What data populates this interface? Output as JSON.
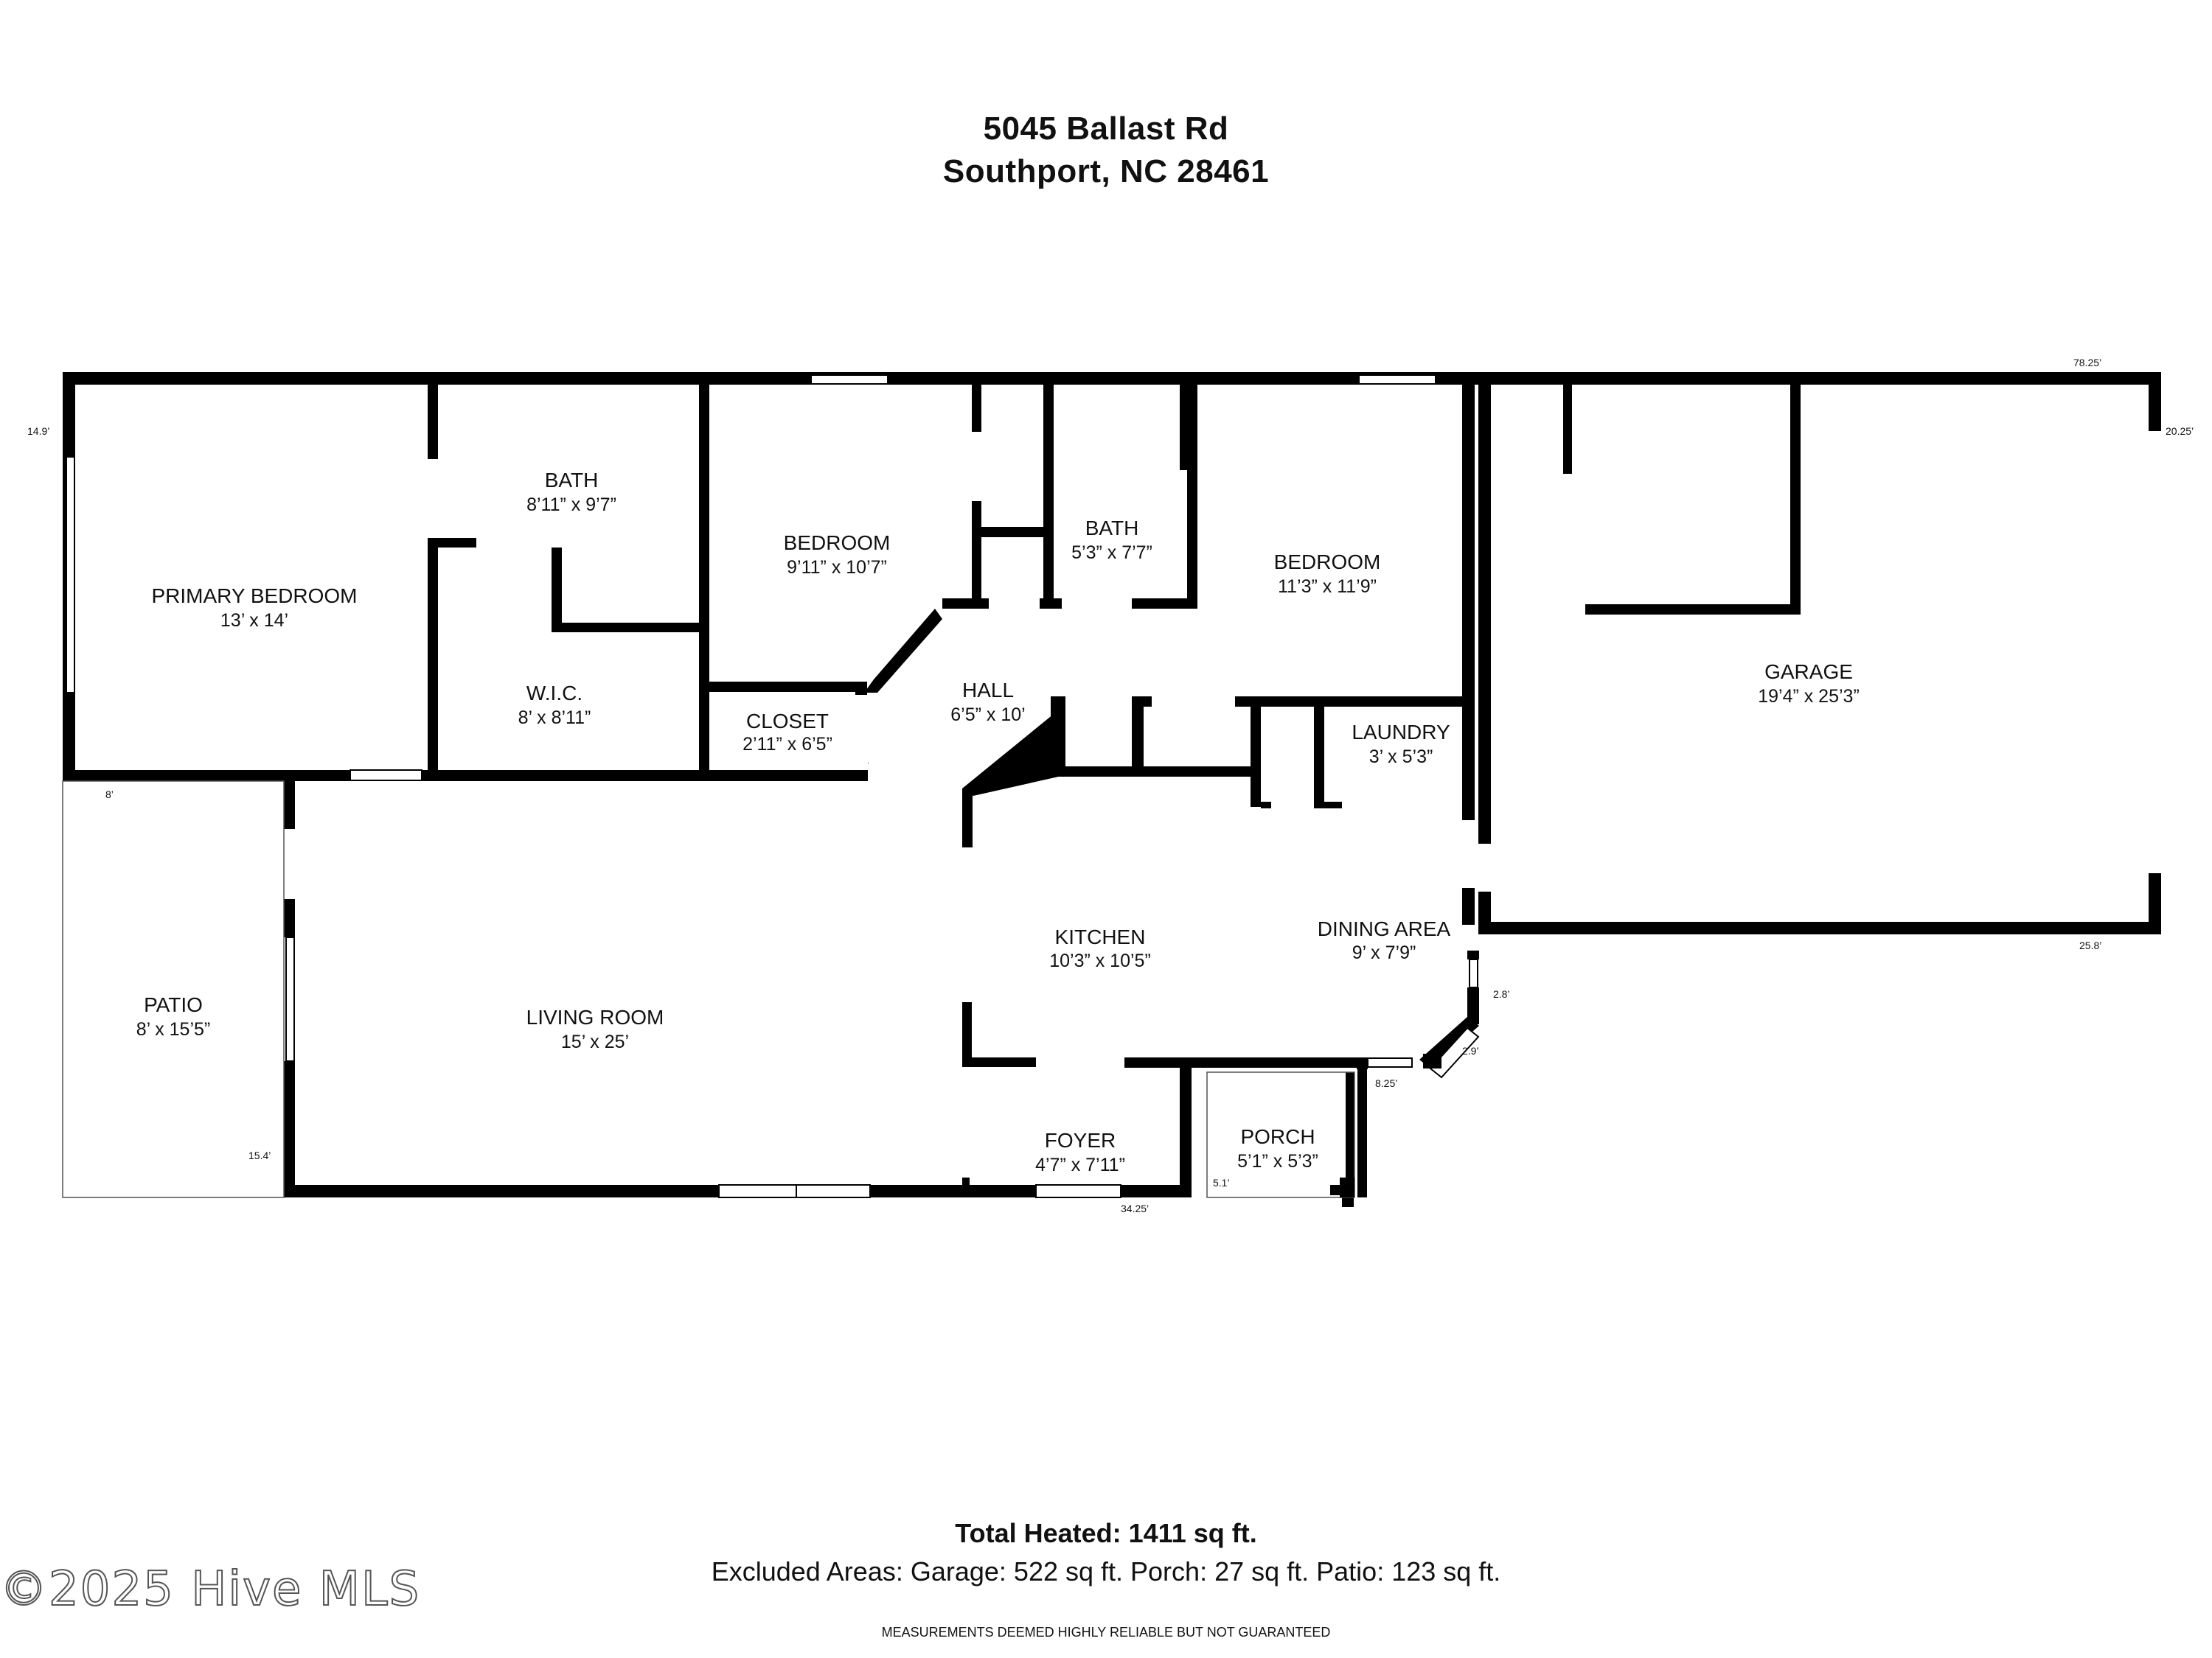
{
  "header": {
    "address_line1": "5045 Ballast Rd",
    "address_line2": "Southport, NC 28461"
  },
  "rooms": [
    {
      "id": "primary-bedroom",
      "name": "PRIMARY BEDROOM",
      "dims": "13’ x 14’"
    },
    {
      "id": "bath-1",
      "name": "BATH",
      "dims": "8’11” x 9’7”"
    },
    {
      "id": "wic",
      "name": "W.I.C.",
      "dims": "8’ x 8’11”"
    },
    {
      "id": "bedroom-1",
      "name": "BEDROOM",
      "dims": "9’11” x 10’7”"
    },
    {
      "id": "closet",
      "name": "CLOSET",
      "dims": "2’11” x 6’5”"
    },
    {
      "id": "bath-2",
      "name": "BATH",
      "dims": "5’3” x 7’7”"
    },
    {
      "id": "bedroom-2",
      "name": "BEDROOM",
      "dims": "11’3” x 11’9”"
    },
    {
      "id": "hall",
      "name": "HALL",
      "dims": "6’5” x 10’"
    },
    {
      "id": "laundry",
      "name": "LAUNDRY",
      "dims": "3’ x 5’3”"
    },
    {
      "id": "garage",
      "name": "GARAGE",
      "dims": "19’4” x 25’3”"
    },
    {
      "id": "kitchen",
      "name": "KITCHEN",
      "dims": "10’3” x 10’5”"
    },
    {
      "id": "dining-area",
      "name": "DINING AREA",
      "dims": "9’ x 7’9”"
    },
    {
      "id": "living-room",
      "name": "LIVING ROOM",
      "dims": "15’ x 25’"
    },
    {
      "id": "patio",
      "name": "PATIO",
      "dims": "8’ x 15’5”"
    },
    {
      "id": "foyer",
      "name": "FOYER",
      "dims": "4’7” x 7’11”"
    },
    {
      "id": "porch",
      "name": "PORCH",
      "dims": "5’1” x 5’3”"
    }
  ],
  "measurements": [
    {
      "id": "top-length",
      "text": "78.25’"
    },
    {
      "id": "left-height",
      "text": "14.9’"
    },
    {
      "id": "garage-depth",
      "text": "20.25’"
    },
    {
      "id": "patio-width",
      "text": "8’"
    },
    {
      "id": "garage-bottom",
      "text": "25.8’"
    },
    {
      "id": "bay-1",
      "text": "2.8’"
    },
    {
      "id": "bay-2",
      "text": "2.9’"
    },
    {
      "id": "kitchen-wall",
      "text": "8.25’"
    },
    {
      "id": "patio-height",
      "text": "15.4’"
    },
    {
      "id": "porch-width",
      "text": "5.1’"
    },
    {
      "id": "front-length",
      "text": "34.25’"
    }
  ],
  "footer": {
    "total_heated": "Total Heated: 1411 sq ft.",
    "excluded_areas": "Excluded Areas: Garage: 522 sq ft. Porch: 27 sq ft. Patio: 123 sq ft.",
    "disclaimer": "MEASUREMENTS DEEMED HIGHLY RELIABLE BUT NOT GUARANTEED"
  },
  "watermark": "©2025 Hive MLS",
  "colors": {
    "wall": "#000000",
    "background": "#ffffff",
    "window": "#ffffff"
  }
}
